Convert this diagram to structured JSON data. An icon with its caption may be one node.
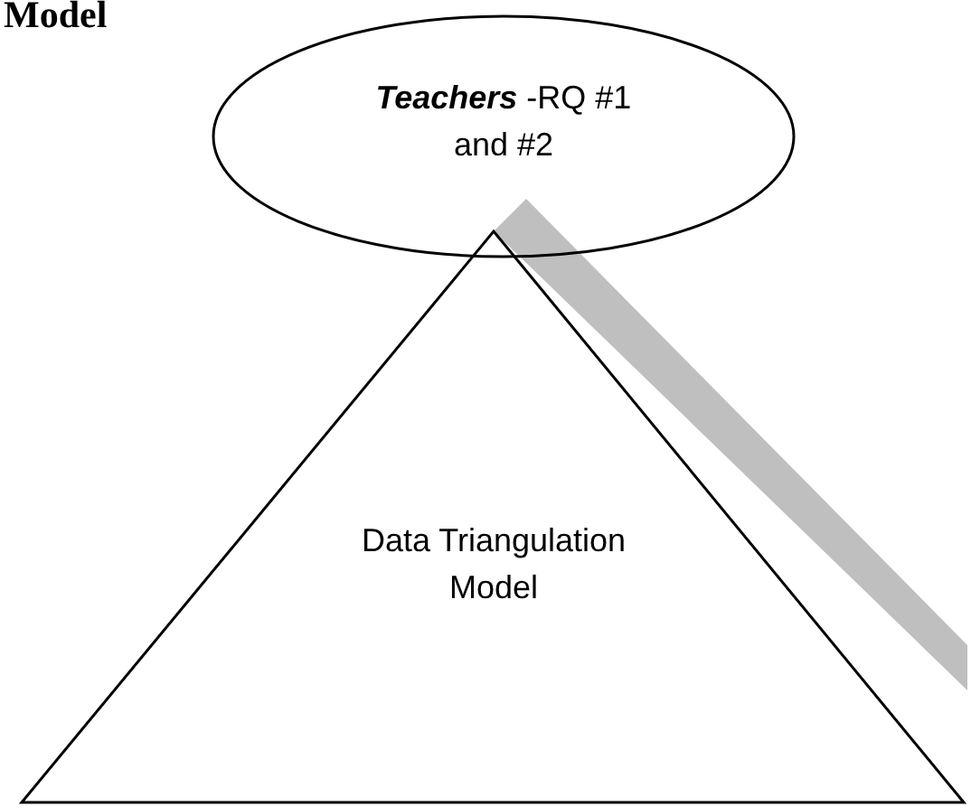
{
  "diagram": {
    "title": "Model",
    "nodes": [
      {
        "text": [
          "**Teachers** -RQ #1 and #2"
        ]
      },
      {
        "text": [
          "Data Triangulation Model"
        ]
      }
    ]
  }
}
